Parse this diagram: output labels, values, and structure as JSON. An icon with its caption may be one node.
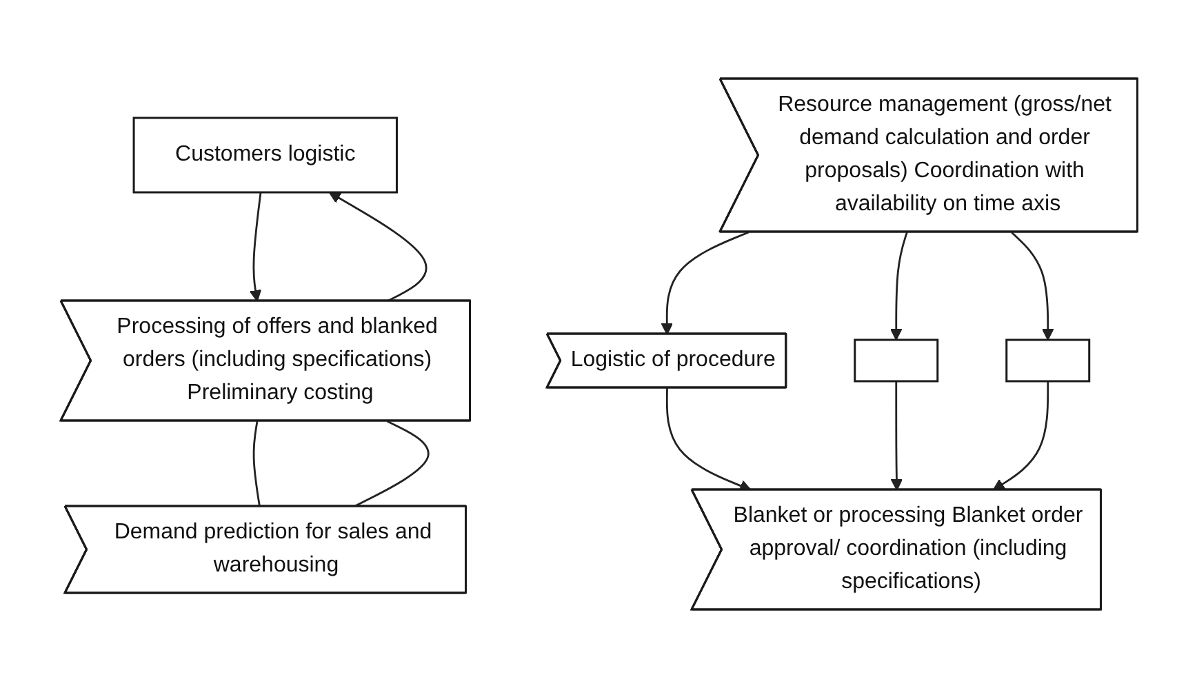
{
  "diagram": {
    "nodes": [
      {
        "text": [
          "Customers logistic"
        ]
      },
      {
        "text": [
          "Processing of offers and blanked orders (including specifications) Preliminary costing"
        ]
      },
      {
        "text": [
          "Resource management (gross/net demand calculation and order proposals) Coordination with availability on time axis"
        ]
      },
      {
        "text": [
          "Blanket or processing Blanket order approval/ coordination (including specifications)"
        ]
      },
      {
        "text": [
          "Demand prediction for sales and warehousing"
        ]
      },
      {
        "text": [
          "Logistic of procedure"
        ]
      },
      {
        "text": [],
        "shape": "box"
      },
      {
        "text": [],
        "shape": "box"
      }
    ],
    "edges": [
      {
        "from": 0,
        "to": 1,
        "arrow": "to"
      },
      {
        "from": 1,
        "to": 0,
        "arrow": "to"
      },
      {
        "from": 1,
        "to": 4,
        "arrow": "none"
      },
      {
        "from": 1,
        "to": 4,
        "arrow": "none"
      },
      {
        "from": 2,
        "to": 5,
        "arrow": "to"
      },
      {
        "from": 2,
        "to": 6,
        "arrow": "to"
      },
      {
        "from": 2,
        "to": 7,
        "arrow": "to"
      },
      {
        "from": 5,
        "to": 3,
        "arrow": "to"
      },
      {
        "from": 6,
        "to": 3,
        "arrow": "to"
      },
      {
        "from": 7,
        "to": 3,
        "arrow": "to"
      }
    ]
  }
}
